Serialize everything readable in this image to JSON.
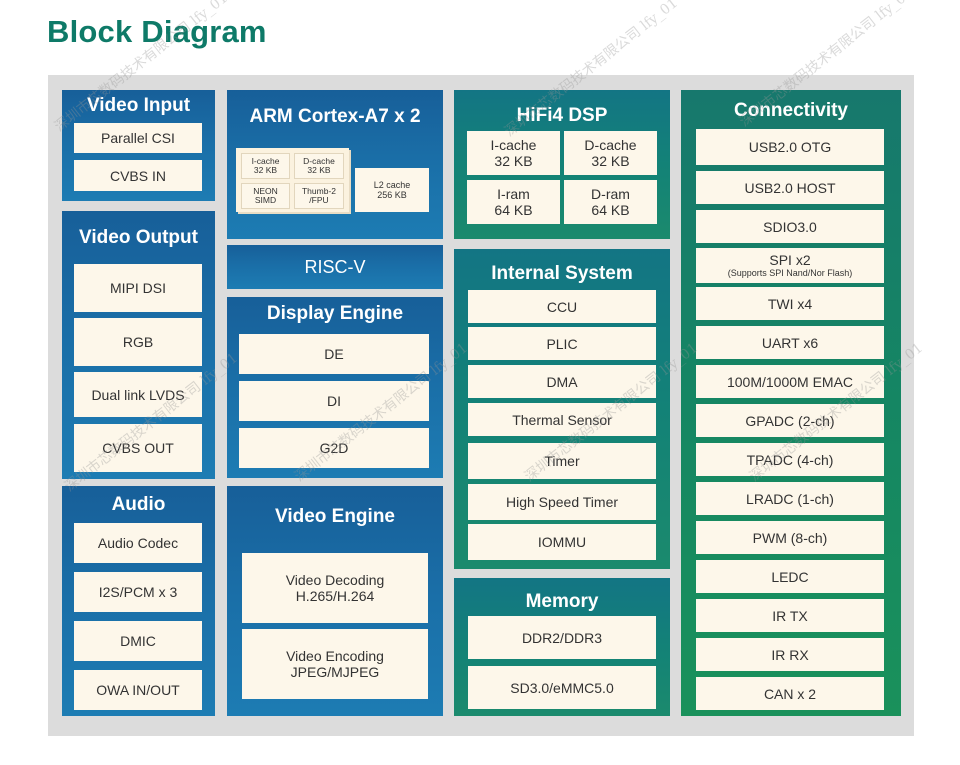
{
  "title": "Block Diagram",
  "colors": {
    "title": "#0e7a68",
    "blue_panel": "#1a6ea7",
    "teal_panel": "#138277",
    "green_panel": "#158663",
    "box_fill": "#fdf7ea",
    "canvas": "#dcdcdc"
  },
  "video_input": {
    "title": "Video Input",
    "items": [
      "Parallel CSI",
      "CVBS IN"
    ]
  },
  "video_output": {
    "title": "Video Output",
    "items": [
      "MIPI DSI",
      "RGB",
      "Dual link LVDS",
      "CVBS OUT"
    ]
  },
  "audio": {
    "title": "Audio",
    "items": [
      "Audio Codec",
      "I2S/PCM x 3",
      "DMIC",
      "OWA IN/OUT"
    ]
  },
  "arm": {
    "title": "ARM Cortex-A7 x 2",
    "cells": [
      "I-cache\n32 KB",
      "D-cache\n32 KB",
      "NEON\nSIMD",
      "Thumb-2\n/FPU"
    ],
    "l2": "L2 cache\n256 KB"
  },
  "riscv": {
    "title": "RISC-V"
  },
  "display_engine": {
    "title": "Display Engine",
    "items": [
      "DE",
      "DI",
      "G2D"
    ]
  },
  "video_engine": {
    "title": "Video Engine",
    "items": [
      "Video Decoding\nH.265/H.264",
      "Video Encoding\nJPEG/MJPEG"
    ]
  },
  "hifi4": {
    "title": "HiFi4 DSP",
    "items": [
      "I-cache\n32 KB",
      "D-cache\n32 KB",
      "I-ram\n64 KB",
      "D-ram\n64 KB"
    ]
  },
  "internal_system": {
    "title": "Internal System",
    "items": [
      "CCU",
      "PLIC",
      "DMA",
      "Thermal Sensor",
      "Timer",
      "High Speed Timer",
      "IOMMU"
    ]
  },
  "memory": {
    "title": "Memory",
    "items": [
      "DDR2/DDR3",
      "SD3.0/eMMC5.0"
    ]
  },
  "connectivity": {
    "title": "Connectivity",
    "items": [
      "USB2.0 OTG",
      "USB2.0 HOST",
      "SDIO3.0",
      "SPI x2",
      "TWI x4",
      "UART x6",
      "100M/1000M EMAC",
      "GPADC (2-ch)",
      "TPADC (4-ch)",
      "LRADC (1-ch)",
      "PWM (8-ch)",
      "LEDC",
      "IR TX",
      "IR RX",
      "CAN x 2"
    ],
    "spi_note": "(Supports SPI Nand/Nor Flash)"
  },
  "watermark": "深圳市芯数码技术有限公司 lfy_01"
}
